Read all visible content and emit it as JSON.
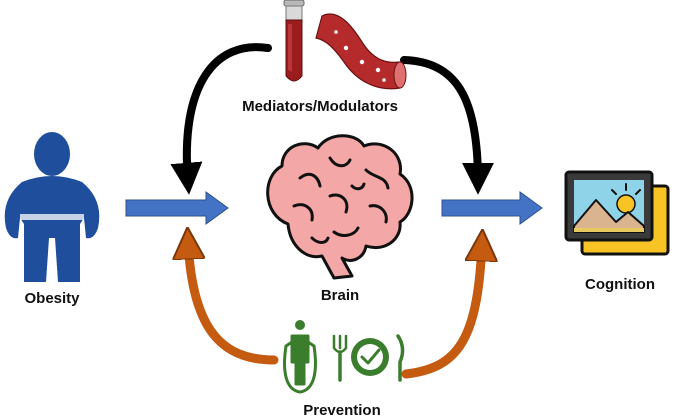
{
  "labels": {
    "mediators": "Mediators/Modulators",
    "brain": "Brain",
    "obesity": "Obesity",
    "cognition": "Cognition",
    "prevention": "Prevention"
  },
  "icons": {
    "obesity": "obese-person-icon",
    "brain": "brain-icon",
    "blood_tube": "blood-test-tube-icon",
    "blood_vessel": "blood-vessel-icon",
    "cognition": "landscape-picture-icon",
    "exercise": "jump-rope-person-icon",
    "diet": "healthy-plate-icon"
  },
  "colors": {
    "flow_arrow": "#4472c4",
    "mediator_arrow": "#000000",
    "prevention_arrow": "#c55a11",
    "obesity_figure": "#1f4e9c",
    "brain": "#f4a7a7",
    "prevention_icons": "#3a7d2c",
    "blood": "#9b1c1c"
  }
}
